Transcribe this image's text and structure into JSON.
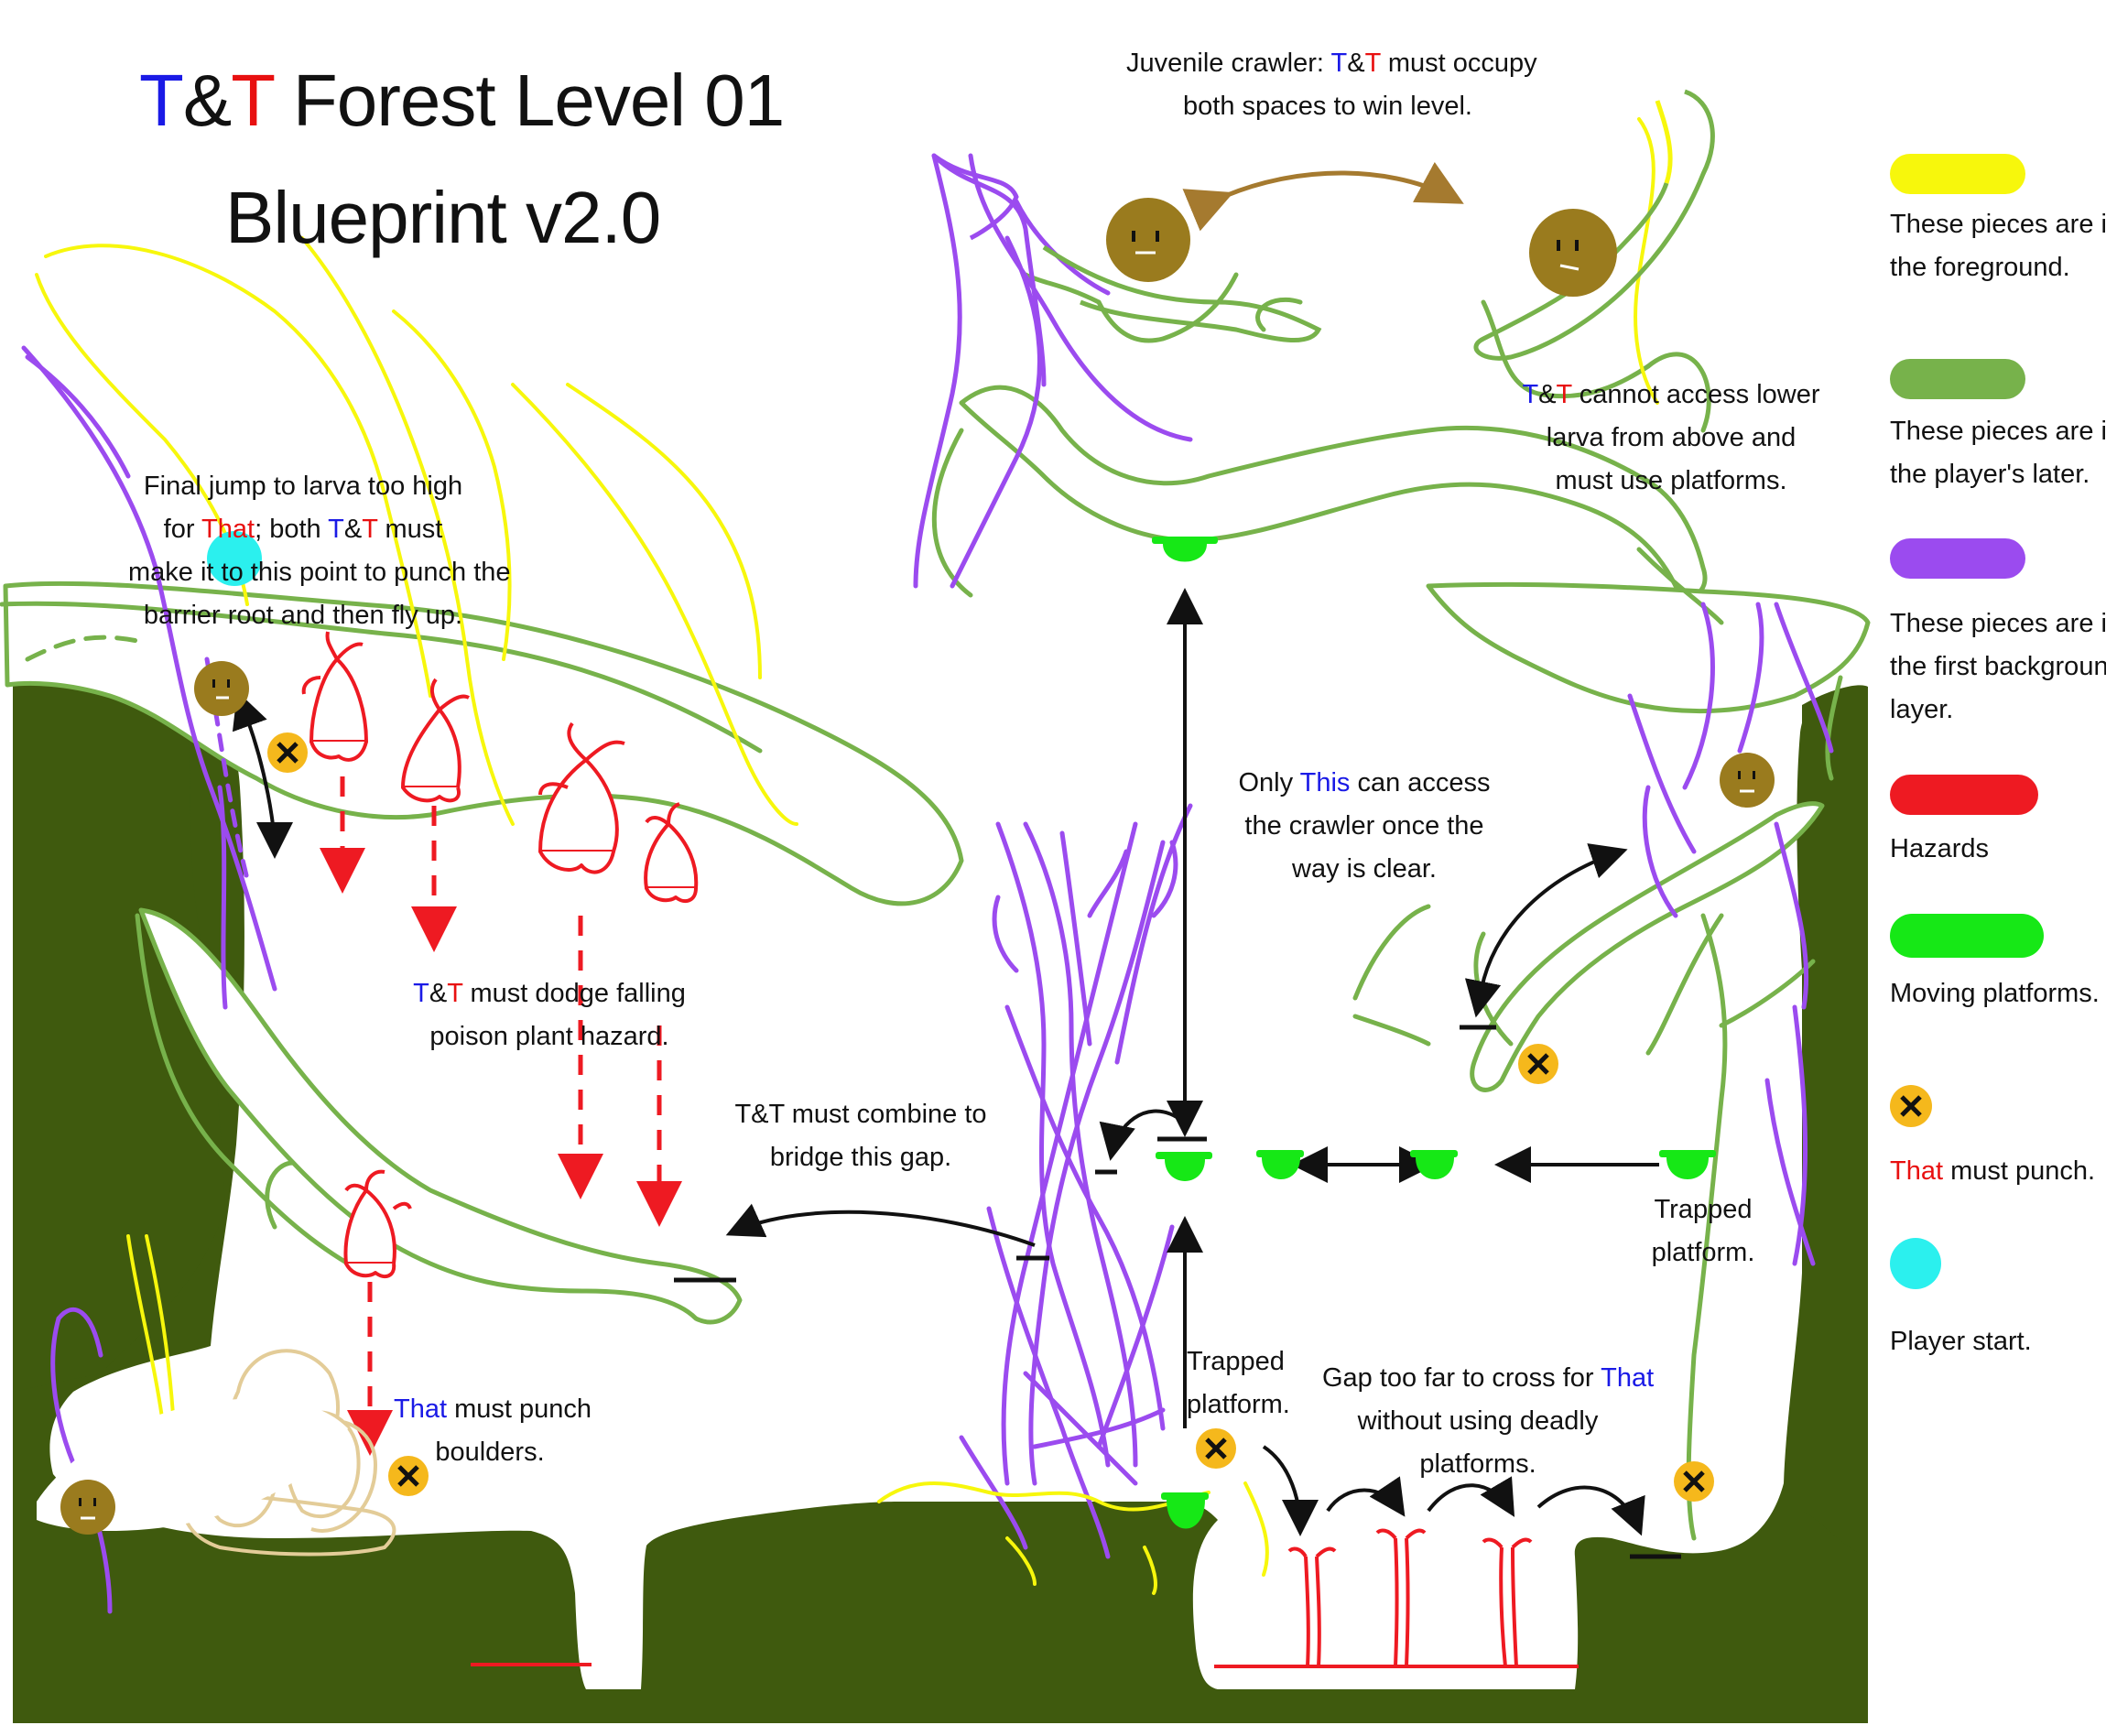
{
  "title": {
    "part1": "T",
    "amp": "&",
    "part2": "T",
    "rest": " Forest Level 01",
    "line2": "Blueprint v2.0"
  },
  "notes": {
    "juvenile": {
      "pre": "Juvenile crawler: ",
      "t1": "T",
      "amp": "&",
      "t2": "T",
      "post": " must occupy",
      "line2": "both spaces to win level."
    },
    "cannot_access": {
      "t1": "T",
      "amp": "&",
      "t2": "T",
      "post": " cannot access lower",
      "line2": "larva from above and",
      "line3": "must use platforms."
    },
    "final_jump": {
      "line1": "Final jump to larva too high",
      "for": "for ",
      "that": "That",
      "mid": "; both ",
      "t1": "T",
      "amp": "&",
      "t2": "T",
      "post": " must",
      "line3": "make it to this point to punch the",
      "line4": "barrier root and then fly up."
    },
    "only_this": {
      "pre": "Only ",
      "this": "This",
      "post": " can access",
      "line2": "the crawler once the",
      "line3": "way is clear."
    },
    "dodge": {
      "t1": "T",
      "amp": "&",
      "t2": "T",
      "post": " must dodge falling",
      "line2": "poison plant hazard."
    },
    "combine": {
      "line1": "T&T must combine to",
      "line2": "bridge this gap."
    },
    "trapped_right": {
      "line1": "Trapped",
      "line2": "platform."
    },
    "trapped_center": {
      "line1": "Trapped",
      "line2": "platform."
    },
    "punch_boulders": {
      "that": "That",
      "post": " must punch",
      "line2": "boulders."
    },
    "gap": {
      "pre": "Gap too far to cross for ",
      "that": "That",
      "line2": "without using deadly",
      "line3": "platforms."
    }
  },
  "legend": [
    {
      "label1": "These pieces are in",
      "label2": "the foreground.",
      "color": "#f7f70c"
    },
    {
      "label1": "These pieces are in",
      "label2": "the player's later.",
      "color": "#77b24b"
    },
    {
      "label1": "These pieces are in",
      "label2": "the first background",
      "label3": "layer.",
      "color": "#9b4bef"
    },
    {
      "label1": "Hazards",
      "color": "#ee1a22"
    },
    {
      "label1": "Moving platforms.",
      "color": "#16e816"
    },
    {
      "that": "That",
      "post": " must punch.",
      "icon": "punch-marker-icon"
    },
    {
      "label1": "Player start.",
      "color": "#2bf0ee"
    }
  ],
  "colors": {
    "ground": "#3f5a0e",
    "foreground": "#f7f70c",
    "player_layer": "#77b24b",
    "background_layer": "#9b4bef",
    "hazard": "#ee1a22",
    "moving_platform": "#16e816",
    "player_start": "#2bf0ee",
    "crawler": "#9a7b1e",
    "punch": "#f5b81c",
    "boulder": "#e3cc98",
    "arrow": "#111111",
    "crawler_arrow": "#a57a2f"
  }
}
